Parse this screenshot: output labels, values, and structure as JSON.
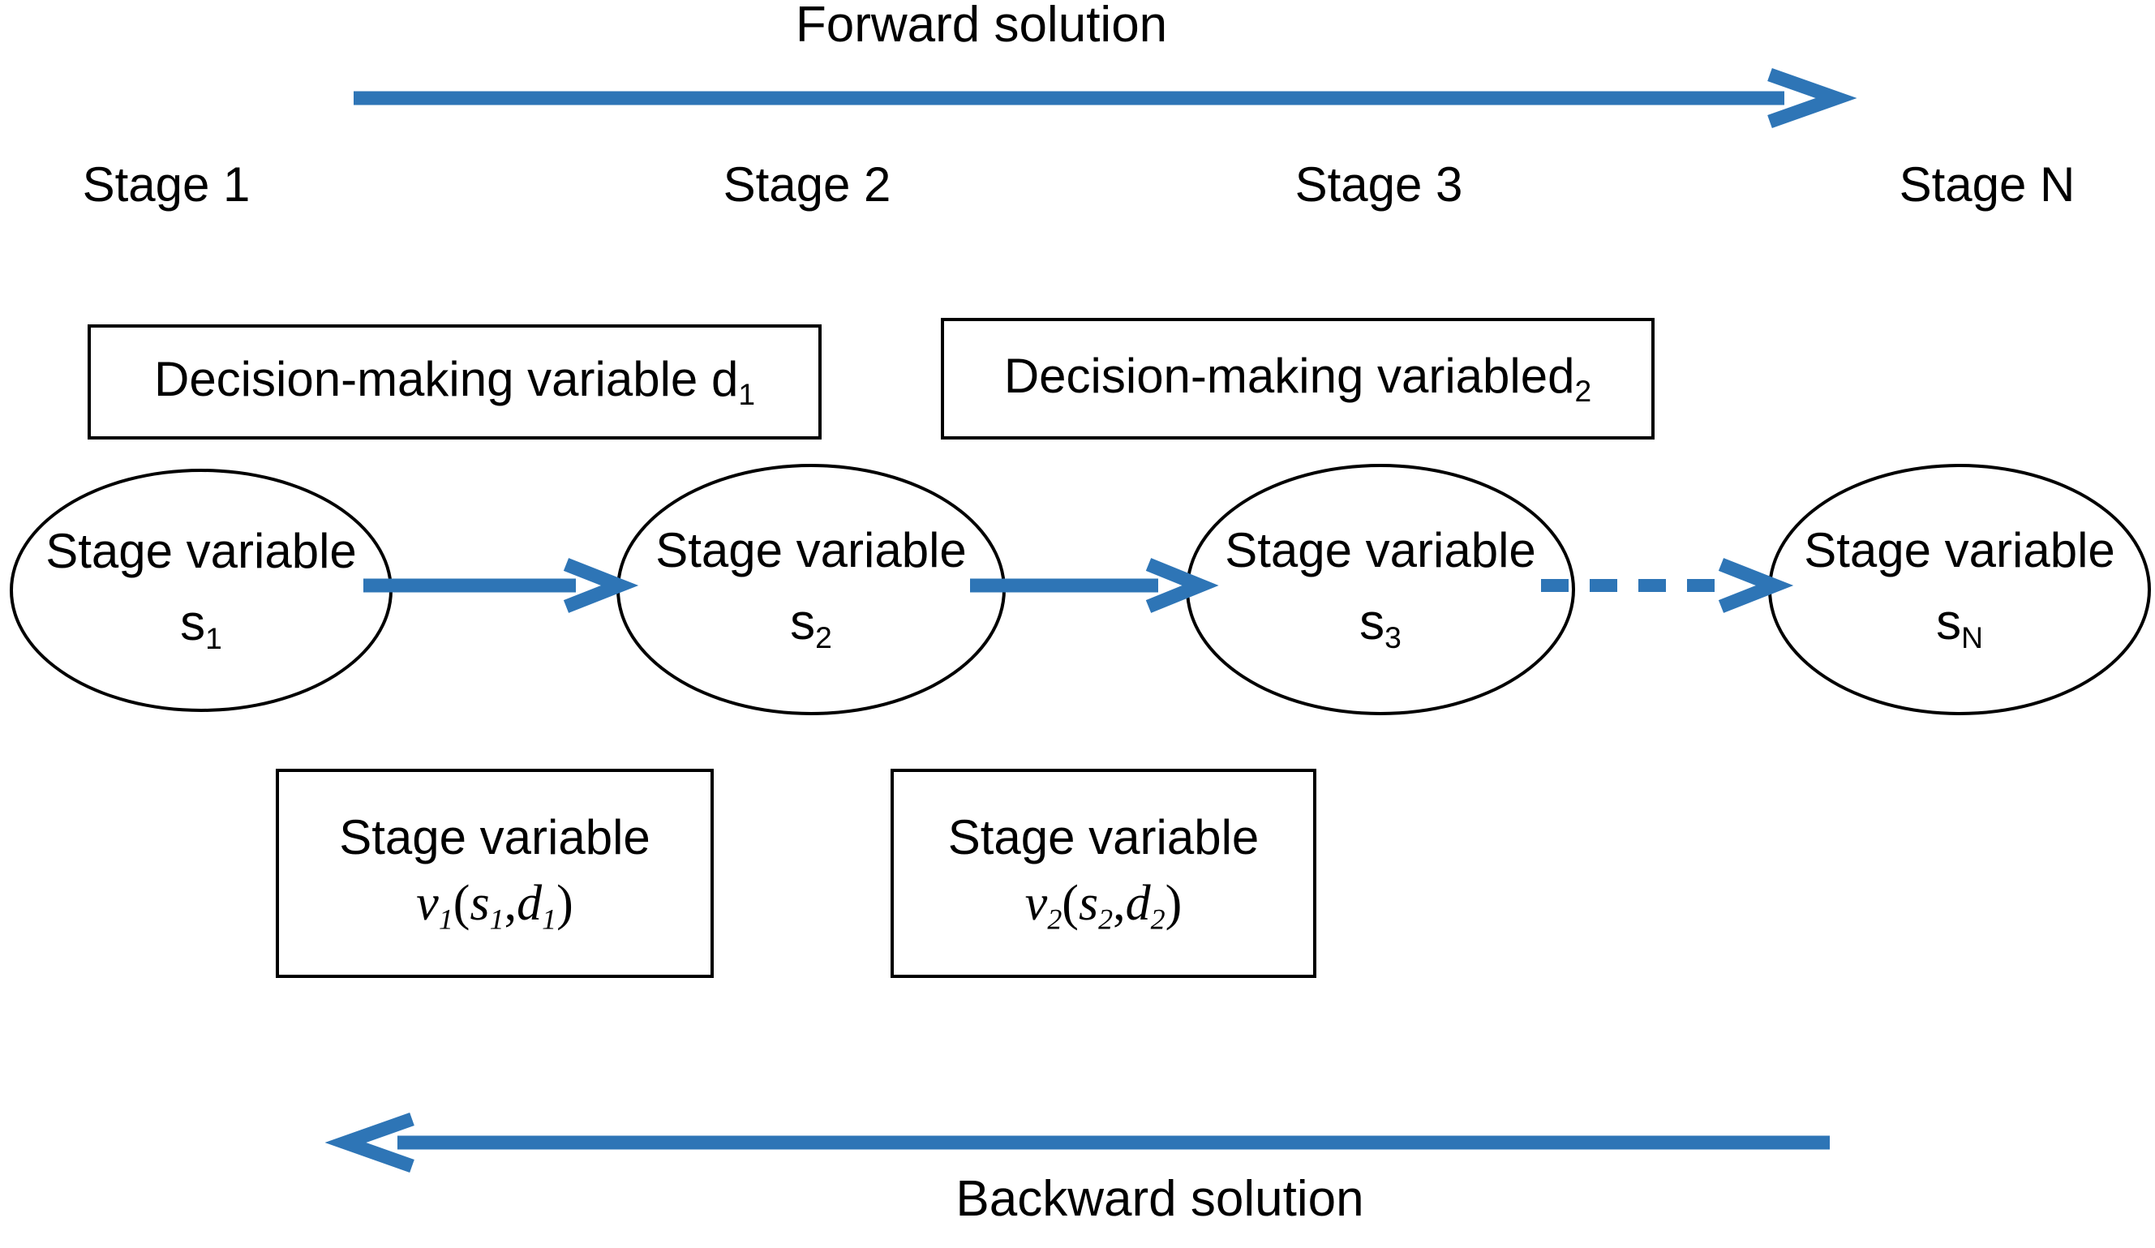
{
  "diagram": {
    "title_top": "Forward solution",
    "title_bottom": "Backward solution",
    "accent_color": "#2E75B6",
    "line_color": "#000000",
    "background": "#ffffff"
  },
  "stage_captions": [
    {
      "label": "Stage 1"
    },
    {
      "label": "Stage 2"
    },
    {
      "label": "Stage 3"
    },
    {
      "label": "Stage N"
    }
  ],
  "decision_boxes": [
    {
      "text": "Decision-making variable d",
      "sub": "1"
    },
    {
      "text": "Decision-making variabled",
      "sub": "2"
    }
  ],
  "nodes": [
    {
      "title": "Stage variable",
      "symbol": "s",
      "sub": "1"
    },
    {
      "title": "Stage variable",
      "symbol": "s",
      "sub": "2"
    },
    {
      "title": "Stage variable",
      "symbol": "s",
      "sub": "3"
    },
    {
      "title": "Stage variable",
      "symbol": "s",
      "sub": "N"
    }
  ],
  "value_boxes": [
    {
      "title": "Stage variable",
      "formula": {
        "v": "v",
        "v_sub": "1",
        "open": "(",
        "s": "s",
        "s_sub": "1",
        "comma": ",",
        "d": "d",
        "d_sub": "1",
        "close": ")"
      }
    },
    {
      "title": "Stage variable",
      "formula": {
        "v": "v",
        "v_sub": "2",
        "open": "(",
        "s": "s",
        "s_sub": "2",
        "comma": ",",
        "d": "d",
        "d_sub": "2",
        "close": ")"
      }
    }
  ],
  "connectors": [
    {
      "name": "node1-to-node2",
      "style": "solid"
    },
    {
      "name": "node2-to-node3",
      "style": "solid"
    },
    {
      "name": "node3-to-nodeN",
      "style": "dashed"
    }
  ]
}
